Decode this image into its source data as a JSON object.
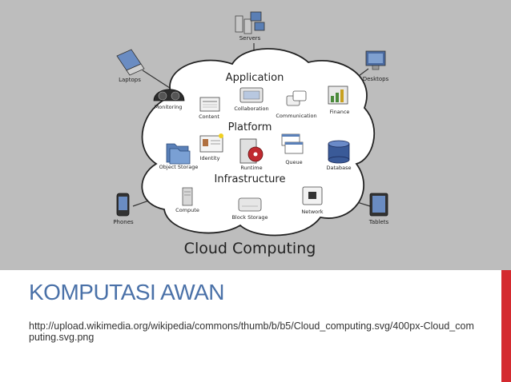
{
  "diagram": {
    "title": "Cloud Computing",
    "sections": {
      "application": "Application",
      "platform": "Platform",
      "infrastructure": "Infrastructure"
    },
    "inner_nodes": {
      "monitoring": "Monitoring",
      "content": "Content",
      "collaboration": "Collaboration",
      "communication": "Communication",
      "finance": "Finance",
      "identity": "Identity",
      "object_storage": "Object Storage",
      "runtime": "Runtime",
      "queue": "Queue",
      "database": "Database",
      "compute": "Compute",
      "block_storage": "Block Storage",
      "network": "Network"
    },
    "outer_devices": {
      "servers": "Servers",
      "laptops": "Laptops",
      "desktops": "Desktops",
      "phones": "Phones",
      "tablets": "Tablets"
    }
  },
  "slide": {
    "title": "KOMPUTASI AWAN",
    "source_url": "http://upload.wikimedia.org/wikipedia/commons/thumb/b/b5/Cloud_computing.svg/400px-Cloud_computing.svg.png"
  },
  "colors": {
    "background_top": "#bdbdbd",
    "accent_red": "#d42a2f",
    "title_blue": "#4a71a8"
  }
}
